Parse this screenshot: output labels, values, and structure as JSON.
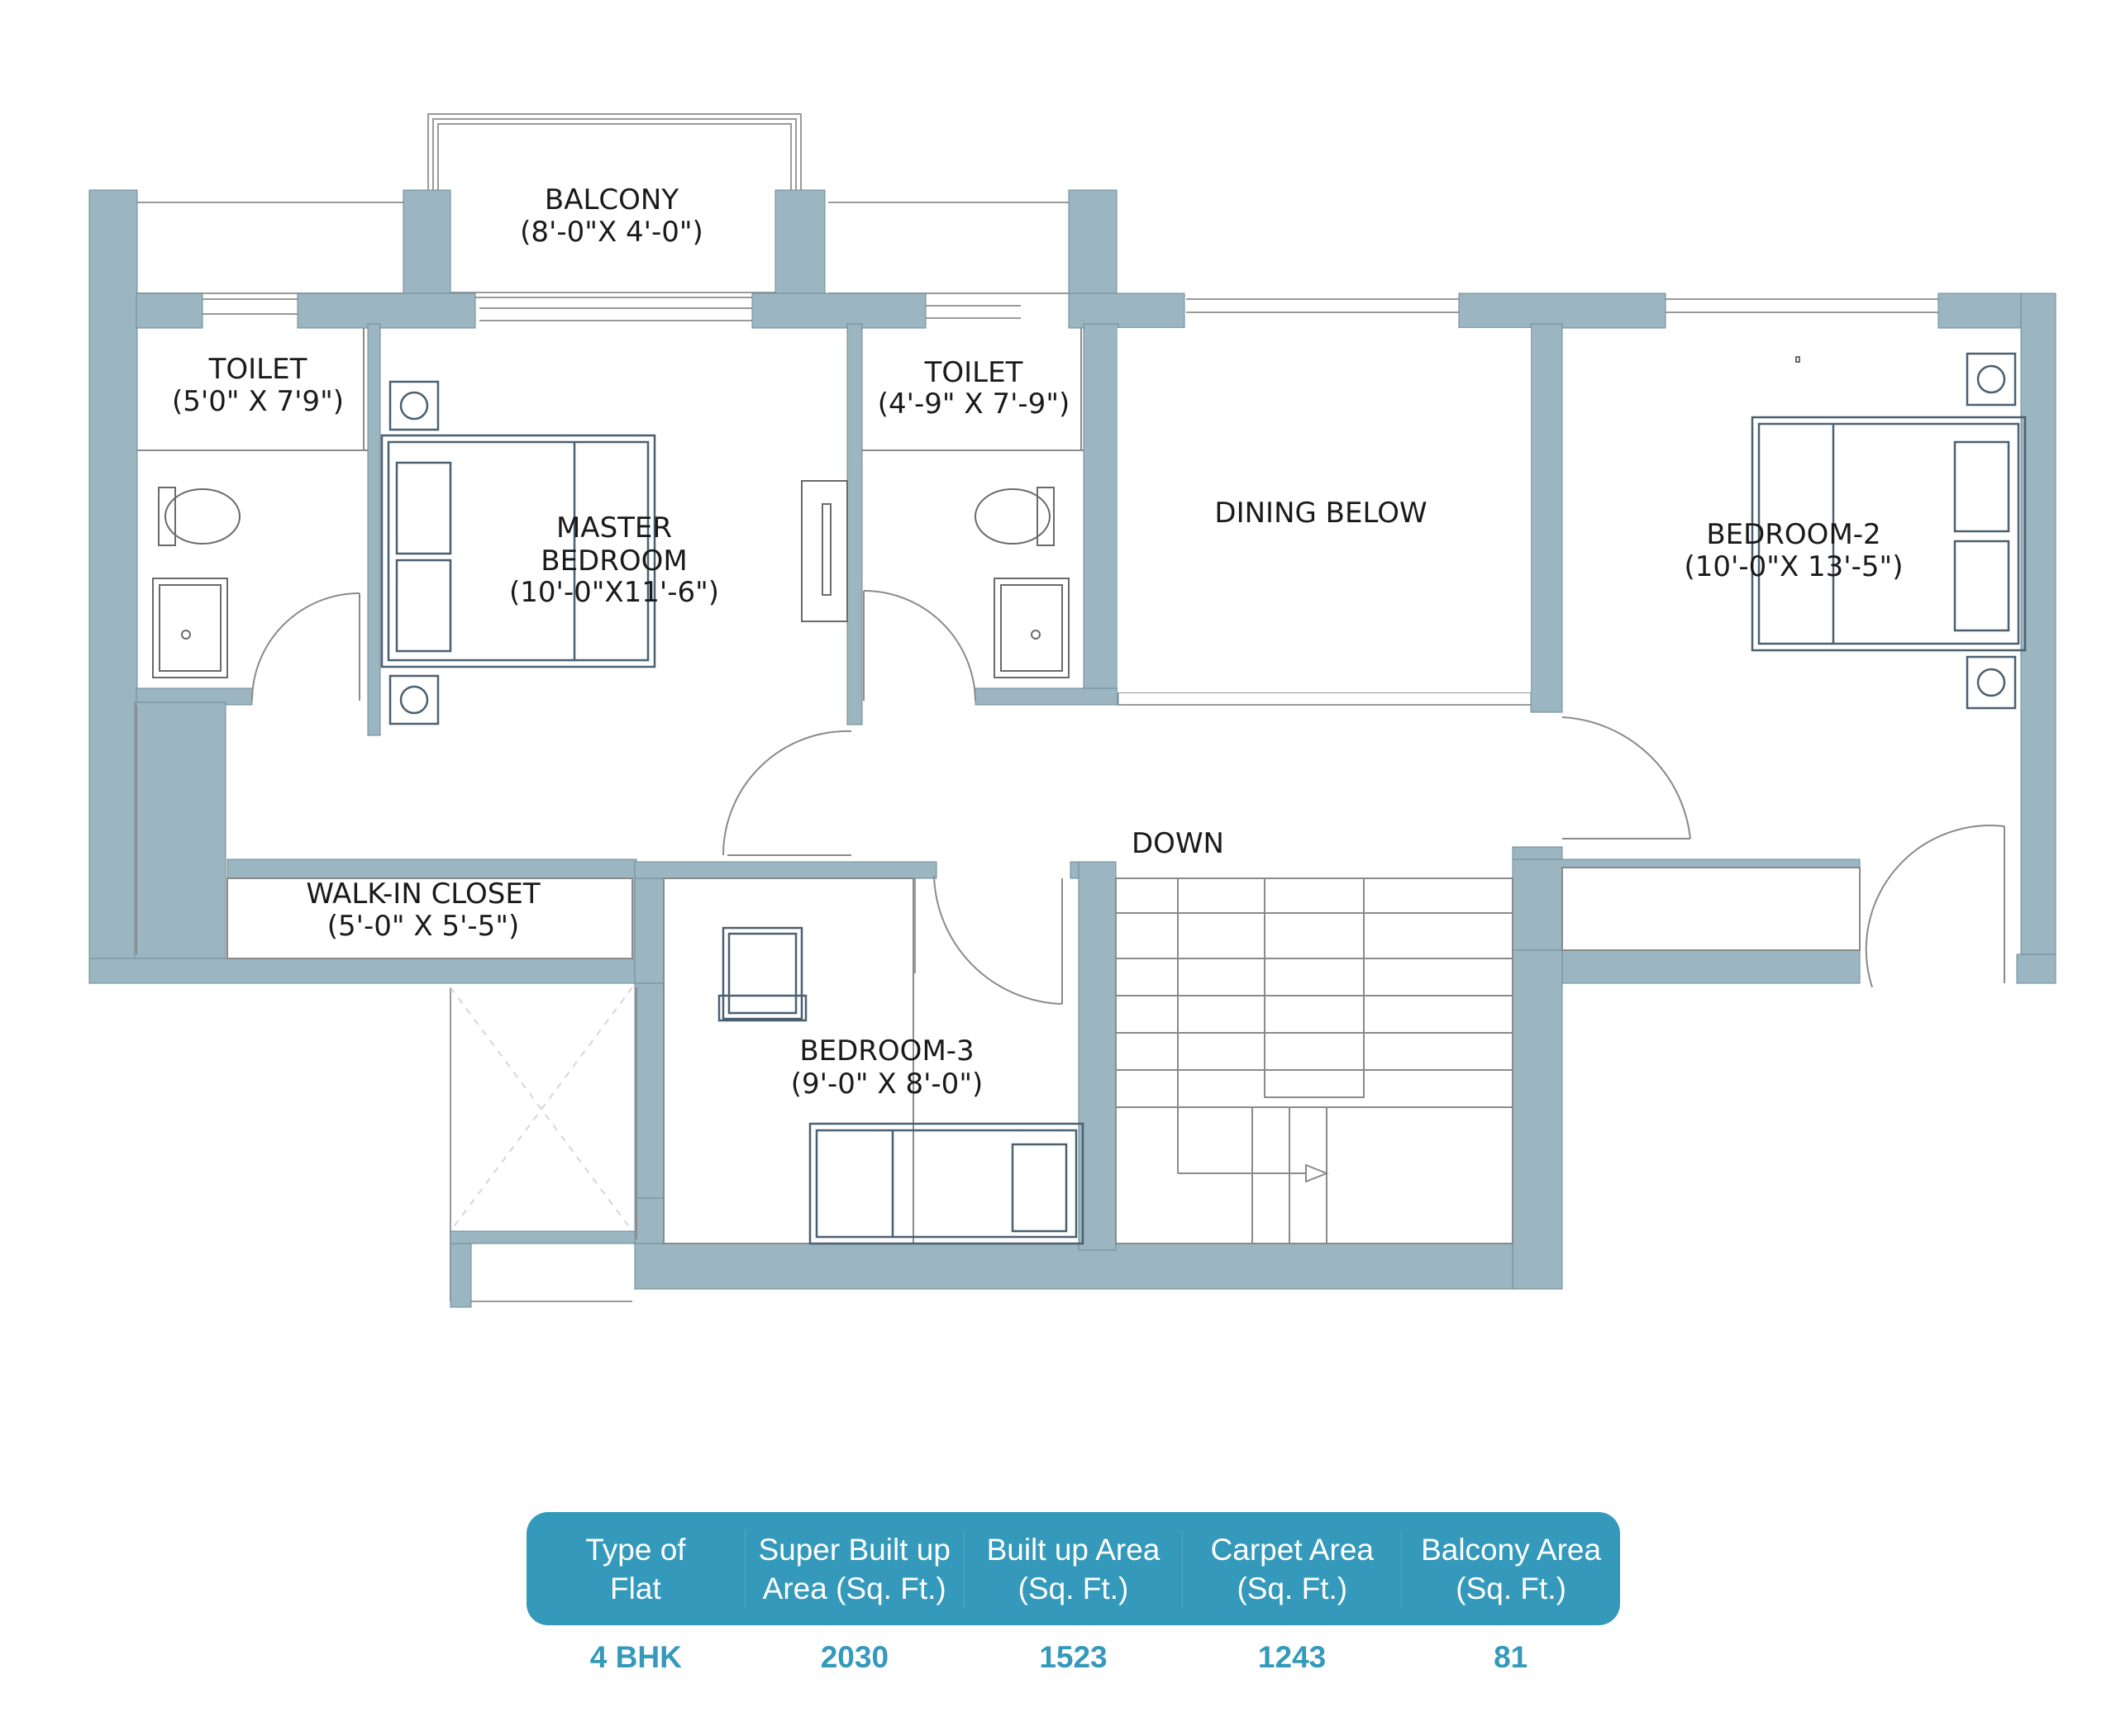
{
  "rooms": {
    "balcony": {
      "name": "BALCONY",
      "size": "(8'-0\"X 4'-0\")"
    },
    "toilet_1": {
      "name": "TOILET",
      "size": "(5'0\" X 7'9\")"
    },
    "toilet_2": {
      "name": "TOILET",
      "size": "(4'-9\" X 7'-9\")"
    },
    "master_bedroom": {
      "name_line1": "MASTER",
      "name_line2": "BEDROOM",
      "size": "(10'-0\"X11'-6\")"
    },
    "dining": {
      "name": "DINING BELOW"
    },
    "bedroom_2": {
      "name": "BEDROOM-2",
      "size": "(10'-0\"X 13'-5\")"
    },
    "walk_in_closet": {
      "name": "WALK-IN CLOSET",
      "size": "(5'-0\" X 5'-5\")"
    },
    "bedroom_3": {
      "name": "BEDROOM-3",
      "size": "(9'-0\" X 8'-0\")"
    },
    "stairs": {
      "name": "DOWN"
    }
  },
  "colors": {
    "wall": "#9bb6c1",
    "accent": "#3499bb",
    "line": "#8a8a8a"
  },
  "area_table": {
    "headers": [
      "Type of\nFlat",
      "Super Built up\nArea (Sq. Ft.)",
      "Built up Area\n(Sq. Ft.)",
      "Carpet Area\n(Sq. Ft.)",
      "Balcony Area\n(Sq. Ft.)"
    ],
    "values": [
      "4 BHK",
      "2030",
      "1523",
      "1243",
      "81"
    ]
  }
}
